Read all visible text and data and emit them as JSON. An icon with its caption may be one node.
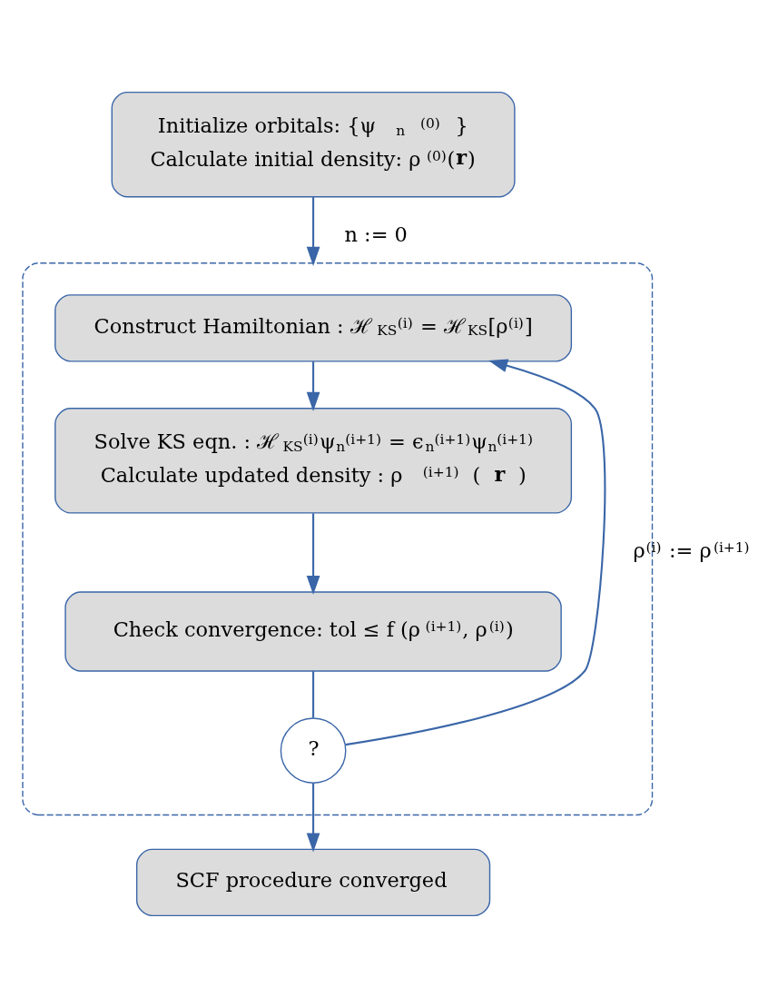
{
  "diagram": {
    "nodes": [
      {
        "text": [
          "Initialize orbitals: {ψ$_{n}$$^{(0)}$}",
          "Calculate initial density: ρ$^{(0)}$(**r**)"
        ]
      },
      {
        "text": [],
        "shape": "box"
      },
      {
        "text": [
          "Construct Hamiltonian : ℋ$_{KS}$$^{(i)}$ = ℋ$_{KS}$[ρ$^{(i)}$]"
        ],
        "in": 1
      },
      {
        "text": [
          "Solve KS eqn. : ℋ$_{KS}$$^{(i)}$ψ$_{n}$$^{(i+1)}$ = ϵ$_{n}$$^{(i+1)}$ψ$_{n}$$^{(i+1)}$",
          "Calculate updated density : ρ$^{(i+1)}$(**r**)"
        ],
        "in": 1
      },
      {
        "text": [
          "Check convergence: tol ≤ f (ρ$^{(i+1)}$, ρ$^{(i)}$)"
        ],
        "in": 1
      },
      {
        "text": [
          "?"
        ],
        "in": 1
      },
      {
        "text": [
          "SCF procedure converged"
        ]
      }
    ],
    "edges": [
      {
        "from": 0,
        "to": 1,
        "arrow": "to",
        "label": "n := 0"
      },
      {
        "from": 2,
        "to": 3,
        "arrow": "to"
      },
      {
        "from": 3,
        "to": 4,
        "arrow": "to"
      },
      {
        "from": 4,
        "to": 5,
        "arrow": "none"
      },
      {
        "from": 5,
        "to": 2,
        "arrow": "to",
        "label": "ρ$^{(i)}$ := ρ$^{(i+1)}$"
      },
      {
        "from": 5,
        "to": 6,
        "arrow": "to"
      }
    ]
  }
}
